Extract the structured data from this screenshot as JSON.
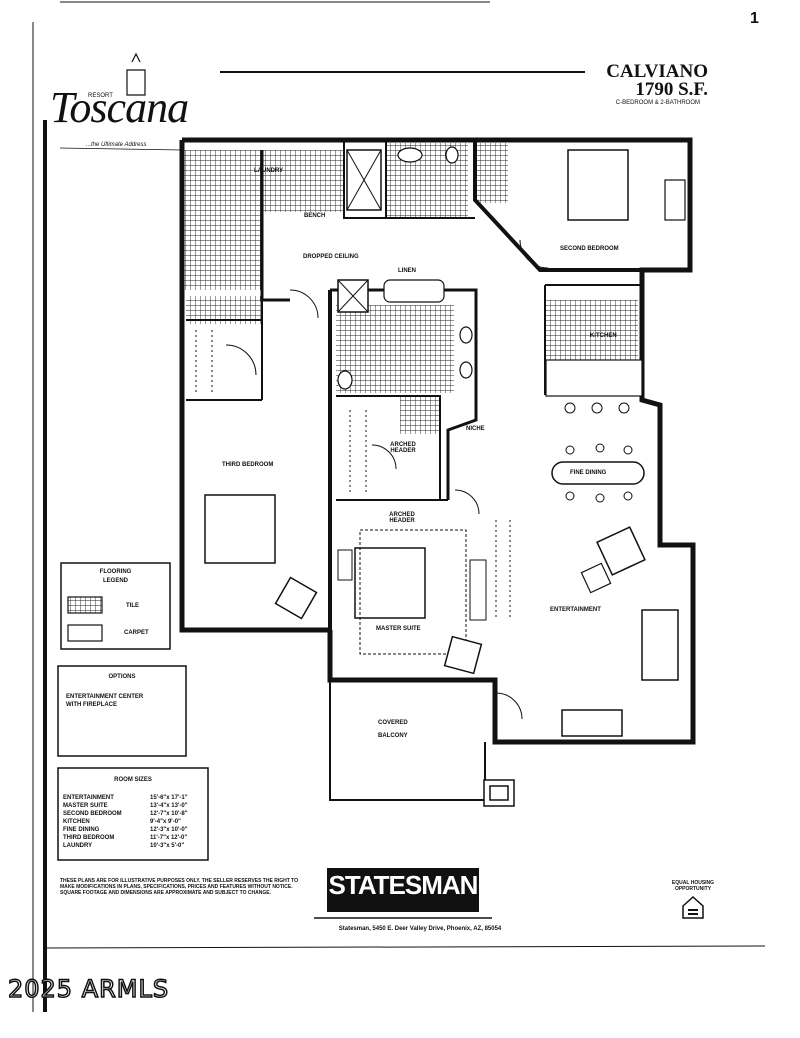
{
  "page": {
    "number": "1"
  },
  "header": {
    "plan_name": "CALVIANO",
    "square_feet": "1790 S.F.",
    "subtitle": "C-BEDROOM & 2-BATHROOM"
  },
  "logo": {
    "name": "Toscana",
    "small_text": "RESORT",
    "tagline": "...the Ultimate Address"
  },
  "rooms": {
    "laundry": "LAUNDRY",
    "bench": "BENCH",
    "dropped_ceiling": "DROPPED CEILING",
    "second_bedroom": "SECOND BEDROOM",
    "linen": "LINEN",
    "kitchen": "KITCHEN",
    "niche": "NICHE",
    "third_bedroom": "THIRD BEDROOM",
    "arched_header": "ARCHED HEADER",
    "arched_header_2": "ARCHED HEADER",
    "fine_dining": "FINE DINING",
    "master_suite": "MASTER SUITE",
    "entertainment": "ENTERTAINMENT",
    "covered_balcony_1": "COVERED",
    "covered_balcony_2": "BALCONY"
  },
  "flooring_legend": {
    "title_1": "FLOORING",
    "title_2": "LEGEND",
    "tile": "TILE",
    "carpet": "CARPET"
  },
  "options": {
    "title": "OPTIONS",
    "line_1": "ENTERTAINMENT CENTER",
    "line_2": "WITH FIREPLACE"
  },
  "room_sizes": {
    "title": "ROOM SIZES",
    "rows": [
      {
        "room": "ENTERTAINMENT",
        "size": "15'-6\"x 17'-1\""
      },
      {
        "room": "MASTER SUITE",
        "size": "13'-4\"x 13'-0\""
      },
      {
        "room": "SECOND BEDROOM",
        "size": "12'-7\"x 10'-8\""
      },
      {
        "room": "KITCHEN",
        "size": "9'-4\"x 9'-0\""
      },
      {
        "room": "FINE DINING",
        "size": "12'-3\"x 10'-0\""
      },
      {
        "room": "THIRD BEDROOM",
        "size": "11'-7\"x 12'-0\""
      },
      {
        "room": "LAUNDRY",
        "size": "10'-3\"x 5'-0\""
      }
    ]
  },
  "disclaimer": "THESE PLANS ARE FOR ILLUSTRATIVE PURPOSES ONLY. THE SELLER RESERVES THE RIGHT TO MAKE MODIFICATIONS IN PLANS, SPECIFICATIONS, PRICES AND FEATURES WITHOUT NOTICE. SQUARE FOOTAGE AND DIMENSIONS ARE APPROXIMATE AND SUBJECT TO CHANGE.",
  "brand": {
    "name": "STATESMAN",
    "address": "Statesman, 5450 E. Deer Valley Drive, Phoenix, AZ, 85054"
  },
  "equal_housing": "EQUAL HOUSING OPPORTUNITY",
  "watermark": "2025 ARMLS"
}
